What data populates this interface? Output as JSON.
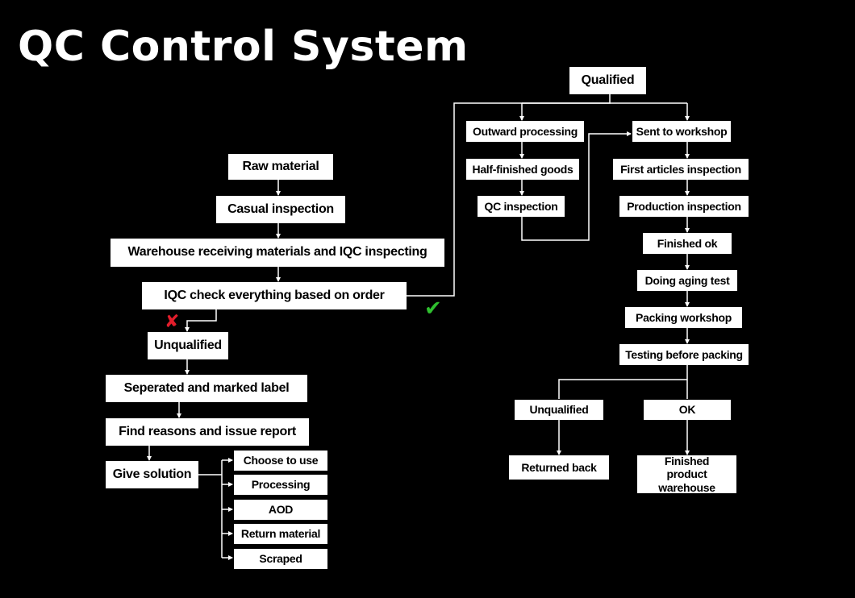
{
  "title": "QC Control System",
  "colors": {
    "background": "#000000",
    "box": "#FFFFFF",
    "line": "#FFFFFF",
    "reject_mark": "#E11D2B",
    "accept_mark": "#2FBF2F"
  },
  "marks": {
    "reject": "✘",
    "accept": "✔"
  },
  "left_flow": {
    "raw_material": "Raw material",
    "casual_inspection": "Casual inspection",
    "warehouse_receiving": "Warehouse receiving materials and IQC inspecting",
    "iqc_check": "IQC check everything based on order",
    "unqualified": "Unqualified",
    "separated": "Seperated and marked label",
    "find_reasons": "Find reasons and issue report",
    "give_solution": "Give solution",
    "solutions": [
      "Choose to use",
      "Processing",
      "AOD",
      "Return material",
      "Scraped"
    ]
  },
  "right_flow": {
    "qualified": "Qualified",
    "outward_processing": "Outward processing",
    "half_finished_goods": "Half-finished goods",
    "qc_inspection": "QC inspection",
    "sent_to_workshop": "Sent to workshop",
    "first_articles_inspection": "First articles inspection",
    "production_inspection": "Production inspection",
    "finished_ok": "Finished ok",
    "doing_aging_test": "Doing aging test",
    "packing_workshop": "Packing workshop",
    "testing_before_packing": "Testing before packing",
    "unqualified": "Unqualified",
    "ok": "OK",
    "returned_back": "Returned back",
    "finished_product_warehouse": "Finished product warehouse"
  }
}
